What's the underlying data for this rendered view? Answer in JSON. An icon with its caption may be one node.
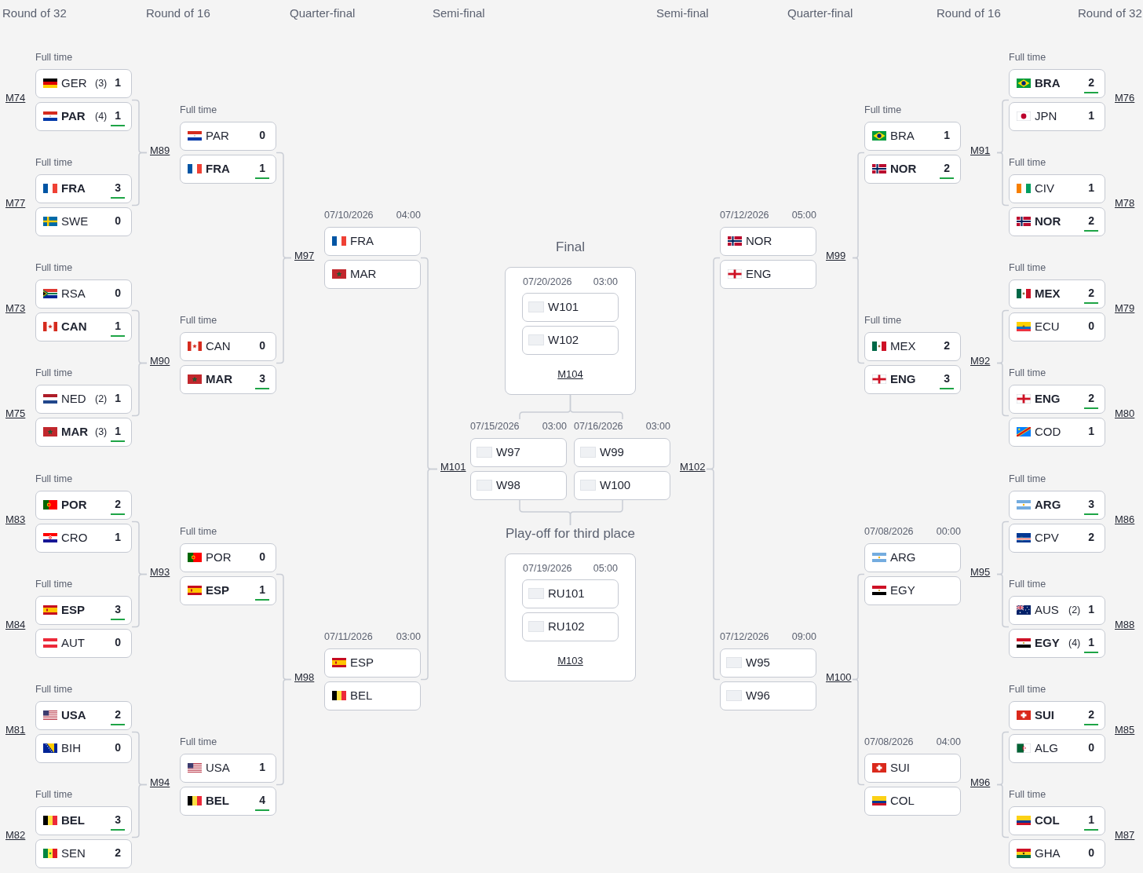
{
  "diagram": {
    "nodes": [
      {
        "text": [
          "Full time"
        ],
        "beside": [
          "M74"
        ]
      },
      {
        "text": [
          "GER",
          "(3)",
          "1"
        ],
        "in": 0
      },
      {
        "text": [
          "PAR",
          "(4)",
          "1"
        ],
        "in": 0
      },
      {
        "text": [
          "Full time"
        ],
        "beside": [
          "M77"
        ]
      },
      {
        "text": [
          "FRA",
          "3"
        ],
        "in": 3
      },
      {
        "text": [
          "SWE",
          "0"
        ],
        "in": 3
      },
      {
        "text": [
          "Full time"
        ],
        "beside": [
          "M73"
        ]
      },
      {
        "text": [
          "RSA",
          "0"
        ],
        "in": 6
      },
      {
        "text": [
          "CAN",
          "1"
        ],
        "in": 6
      },
      {
        "text": [
          "Full time"
        ],
        "beside": [
          "M75"
        ]
      },
      {
        "text": [
          "NED",
          "(2)",
          "1"
        ],
        "in": 9
      },
      {
        "text": [
          "MAR",
          "(3)",
          "1"
        ],
        "in": 9
      },
      {
        "text": [
          "Full time"
        ],
        "beside": [
          "M83"
        ]
      },
      {
        "text": [
          "POR",
          "2"
        ],
        "in": 12
      },
      {
        "text": [
          "CRO",
          "1"
        ],
        "in": 12
      },
      {
        "text": [
          "Full time"
        ],
        "beside": [
          "M84"
        ]
      },
      {
        "text": [
          "ESP",
          "3"
        ],
        "in": 15
      },
      {
        "text": [
          "AUT",
          "0"
        ],
        "in": 15
      },
      {
        "text": [
          "Full time"
        ],
        "beside": [
          "M81"
        ]
      },
      {
        "text": [
          "USA",
          "2"
        ],
        "in": 18
      },
      {
        "text": [
          "BIH",
          "0"
        ],
        "in": 18
      },
      {
        "text": [
          "Full time"
        ],
        "beside": [
          "M82"
        ]
      },
      {
        "text": [
          "BEL",
          "3"
        ],
        "in": 21
      },
      {
        "text": [
          "SEN",
          "2"
        ],
        "in": 21
      },
      {
        "text": [
          "Full time"
        ],
        "beside": [
          "M89"
        ]
      },
      {
        "text": [
          "PAR",
          "0"
        ],
        "in": 24
      },
      {
        "text": [
          "FRA",
          "1"
        ],
        "in": 24
      },
      {
        "text": [
          "Full time"
        ],
        "beside": [
          "M90"
        ]
      },
      {
        "text": [
          "CAN",
          "0"
        ],
        "in": 27
      },
      {
        "text": [
          "MAR",
          "3"
        ],
        "in": 27
      },
      {
        "text": [
          "Full time"
        ],
        "beside": [
          "M93"
        ]
      },
      {
        "text": [
          "POR",
          "0"
        ],
        "in": 30
      },
      {
        "text": [
          "ESP",
          "1"
        ],
        "in": 30
      },
      {
        "text": [
          "Full time"
        ],
        "beside": [
          "M94"
        ]
      },
      {
        "text": [
          "USA",
          "1"
        ],
        "in": 33
      },
      {
        "text": [
          "BEL",
          "4"
        ],
        "in": 33
      },
      {
        "text": [
          "07/10/2026",
          "04:00"
        ],
        "beside": [
          "M97"
        ]
      },
      {
        "text": [
          "FRA"
        ],
        "in": 36
      },
      {
        "text": [
          "MAR"
        ],
        "in": 36
      },
      {
        "text": [
          "07/11/2026",
          "03:00"
        ],
        "beside": [
          "M98"
        ]
      },
      {
        "text": [
          "ESP"
        ],
        "in": 39
      },
      {
        "text": [
          "BEL"
        ],
        "in": 39
      },
      {
        "text": [
          "07/15/2026",
          "03:00"
        ],
        "beside": [
          "M101"
        ]
      },
      {
        "text": [
          "W97"
        ],
        "in": 42
      },
      {
        "text": [
          "W98"
        ],
        "in": 42
      },
      {
        "text": [
          "Final",
          "07/20/2026",
          "03:00",
          "M104"
        ]
      },
      {
        "text": [
          "W101"
        ],
        "in": 45
      },
      {
        "text": [
          "W102"
        ],
        "in": 45
      },
      {
        "text": [
          "Play-off for third place",
          "07/19/2026",
          "05:00",
          "M103"
        ]
      },
      {
        "text": [
          "RU101"
        ],
        "in": 48
      },
      {
        "text": [
          "RU102"
        ],
        "in": 48
      },
      {
        "text": [
          "07/16/2026",
          "03:00"
        ],
        "beside": [
          "M102"
        ]
      },
      {
        "text": [
          "W99"
        ],
        "in": 51
      },
      {
        "text": [
          "W100"
        ],
        "in": 51
      },
      {
        "text": [
          "07/12/2026",
          "05:00"
        ],
        "beside": [
          "M99"
        ]
      },
      {
        "text": [
          "NOR"
        ],
        "in": 54
      },
      {
        "text": [
          "ENG"
        ],
        "in": 54
      },
      {
        "text": [
          "07/12/2026",
          "09:00"
        ],
        "beside": [
          "M100"
        ]
      },
      {
        "text": [
          "W95"
        ],
        "in": 57
      },
      {
        "text": [
          "W96"
        ],
        "in": 57
      },
      {
        "text": [
          "Full time"
        ],
        "beside": [
          "M91"
        ]
      },
      {
        "text": [
          "BRA",
          "1"
        ],
        "in": 60
      },
      {
        "text": [
          "NOR",
          "2"
        ],
        "in": 60
      },
      {
        "text": [
          "Full time"
        ],
        "beside": [
          "M92"
        ]
      },
      {
        "text": [
          "MEX",
          "2"
        ],
        "in": 63
      },
      {
        "text": [
          "ENG",
          "3"
        ],
        "in": 63
      },
      {
        "text": [
          "07/08/2026",
          "00:00"
        ],
        "beside": [
          "M95"
        ]
      },
      {
        "text": [
          "ARG"
        ],
        "in": 66
      },
      {
        "text": [
          "EGY"
        ],
        "in": 66
      },
      {
        "text": [
          "07/08/2026",
          "04:00"
        ],
        "beside": [
          "M96"
        ]
      },
      {
        "text": [
          "SUI"
        ],
        "in": 69
      },
      {
        "text": [
          "COL"
        ],
        "in": 69
      },
      {
        "text": [
          "Full time"
        ],
        "beside": [
          "M76"
        ]
      },
      {
        "text": [
          "BRA",
          "2"
        ],
        "in": 72
      },
      {
        "text": [
          "JPN",
          "1"
        ],
        "in": 72
      },
      {
        "text": [
          "Full time"
        ],
        "beside": [
          "M78"
        ]
      },
      {
        "text": [
          "CIV",
          "1"
        ],
        "in": 75
      },
      {
        "text": [
          "NOR",
          "2"
        ],
        "in": 75
      },
      {
        "text": [
          "Full time"
        ],
        "beside": [
          "M79"
        ]
      },
      {
        "text": [
          "MEX",
          "2"
        ],
        "in": 78
      },
      {
        "text": [
          "ECU",
          "0"
        ],
        "in": 78
      },
      {
        "text": [
          "Full time"
        ],
        "beside": [
          "M80"
        ]
      },
      {
        "text": [
          "ENG",
          "2"
        ],
        "in": 81
      },
      {
        "text": [
          "COD",
          "1"
        ],
        "in": 81
      },
      {
        "text": [
          "Full time"
        ],
        "beside": [
          "M86"
        ]
      },
      {
        "text": [
          "ARG",
          "3"
        ],
        "in": 84
      },
      {
        "text": [
          "CPV",
          "2"
        ],
        "in": 84
      },
      {
        "text": [
          "Full time"
        ],
        "beside": [
          "M88"
        ]
      },
      {
        "text": [
          "AUS",
          "(2)",
          "1"
        ],
        "in": 87
      },
      {
        "text": [
          "EGY",
          "(4)",
          "1"
        ],
        "in": 87
      },
      {
        "text": [
          "Full time"
        ],
        "beside": [
          "M85"
        ]
      },
      {
        "text": [
          "SUI",
          "2"
        ],
        "in": 90
      },
      {
        "text": [
          "ALG",
          "0"
        ],
        "in": 90
      },
      {
        "text": [
          "Full time"
        ],
        "beside": [
          "M87"
        ]
      },
      {
        "text": [
          "COL",
          "1"
        ],
        "in": 93
      },
      {
        "text": [
          "GHA",
          "0"
        ],
        "in": 93
      }
    ],
    "edges": [
      {
        "from": 0,
        "to": 24,
        "arrow": "none"
      },
      {
        "from": 3,
        "to": 24,
        "arrow": "none"
      },
      {
        "from": 6,
        "to": 27,
        "arrow": "none"
      },
      {
        "from": 9,
        "to": 27,
        "arrow": "none"
      },
      {
        "from": 12,
        "to": 30,
        "arrow": "none"
      },
      {
        "from": 15,
        "to": 30,
        "arrow": "none"
      },
      {
        "from": 18,
        "to": 33,
        "arrow": "none"
      },
      {
        "from": 21,
        "to": 33,
        "arrow": "none"
      },
      {
        "from": 24,
        "to": 36,
        "arrow": "none"
      },
      {
        "from": 27,
        "to": 36,
        "arrow": "none"
      },
      {
        "from": 30,
        "to": 39,
        "arrow": "none"
      },
      {
        "from": 33,
        "to": 39,
        "arrow": "none"
      },
      {
        "from": 36,
        "to": 42,
        "arrow": "none"
      },
      {
        "from": 39,
        "to": 42,
        "arrow": "none"
      },
      {
        "from": 42,
        "to": 45,
        "arrow": "none"
      },
      {
        "from": 51,
        "to": 45,
        "arrow": "none"
      },
      {
        "from": 42,
        "to": 48,
        "arrow": "none"
      },
      {
        "from": 51,
        "to": 48,
        "arrow": "none"
      },
      {
        "from": 54,
        "to": 51,
        "arrow": "none"
      },
      {
        "from": 57,
        "to": 51,
        "arrow": "none"
      },
      {
        "from": 60,
        "to": 54,
        "arrow": "none"
      },
      {
        "from": 63,
        "to": 54,
        "arrow": "none"
      },
      {
        "from": 66,
        "to": 57,
        "arrow": "none"
      },
      {
        "from": 69,
        "to": 57,
        "arrow": "none"
      },
      {
        "from": 72,
        "to": 60,
        "arrow": "none"
      },
      {
        "from": 75,
        "to": 60,
        "arrow": "none"
      },
      {
        "from": 78,
        "to": 63,
        "arrow": "none"
      },
      {
        "from": 81,
        "to": 63,
        "arrow": "none"
      },
      {
        "from": 84,
        "to": 66,
        "arrow": "none"
      },
      {
        "from": 87,
        "to": 66,
        "arrow": "none"
      },
      {
        "from": 90,
        "to": 69,
        "arrow": "none"
      },
      {
        "from": 93,
        "to": 69,
        "arrow": "none"
      }
    ],
    "labels": [
      "Round of 32",
      "Round of 16",
      "Quarter-final",
      "Semi-final",
      "Semi-final",
      "Quarter-final",
      "Round of 16",
      "Round of 32"
    ]
  }
}
